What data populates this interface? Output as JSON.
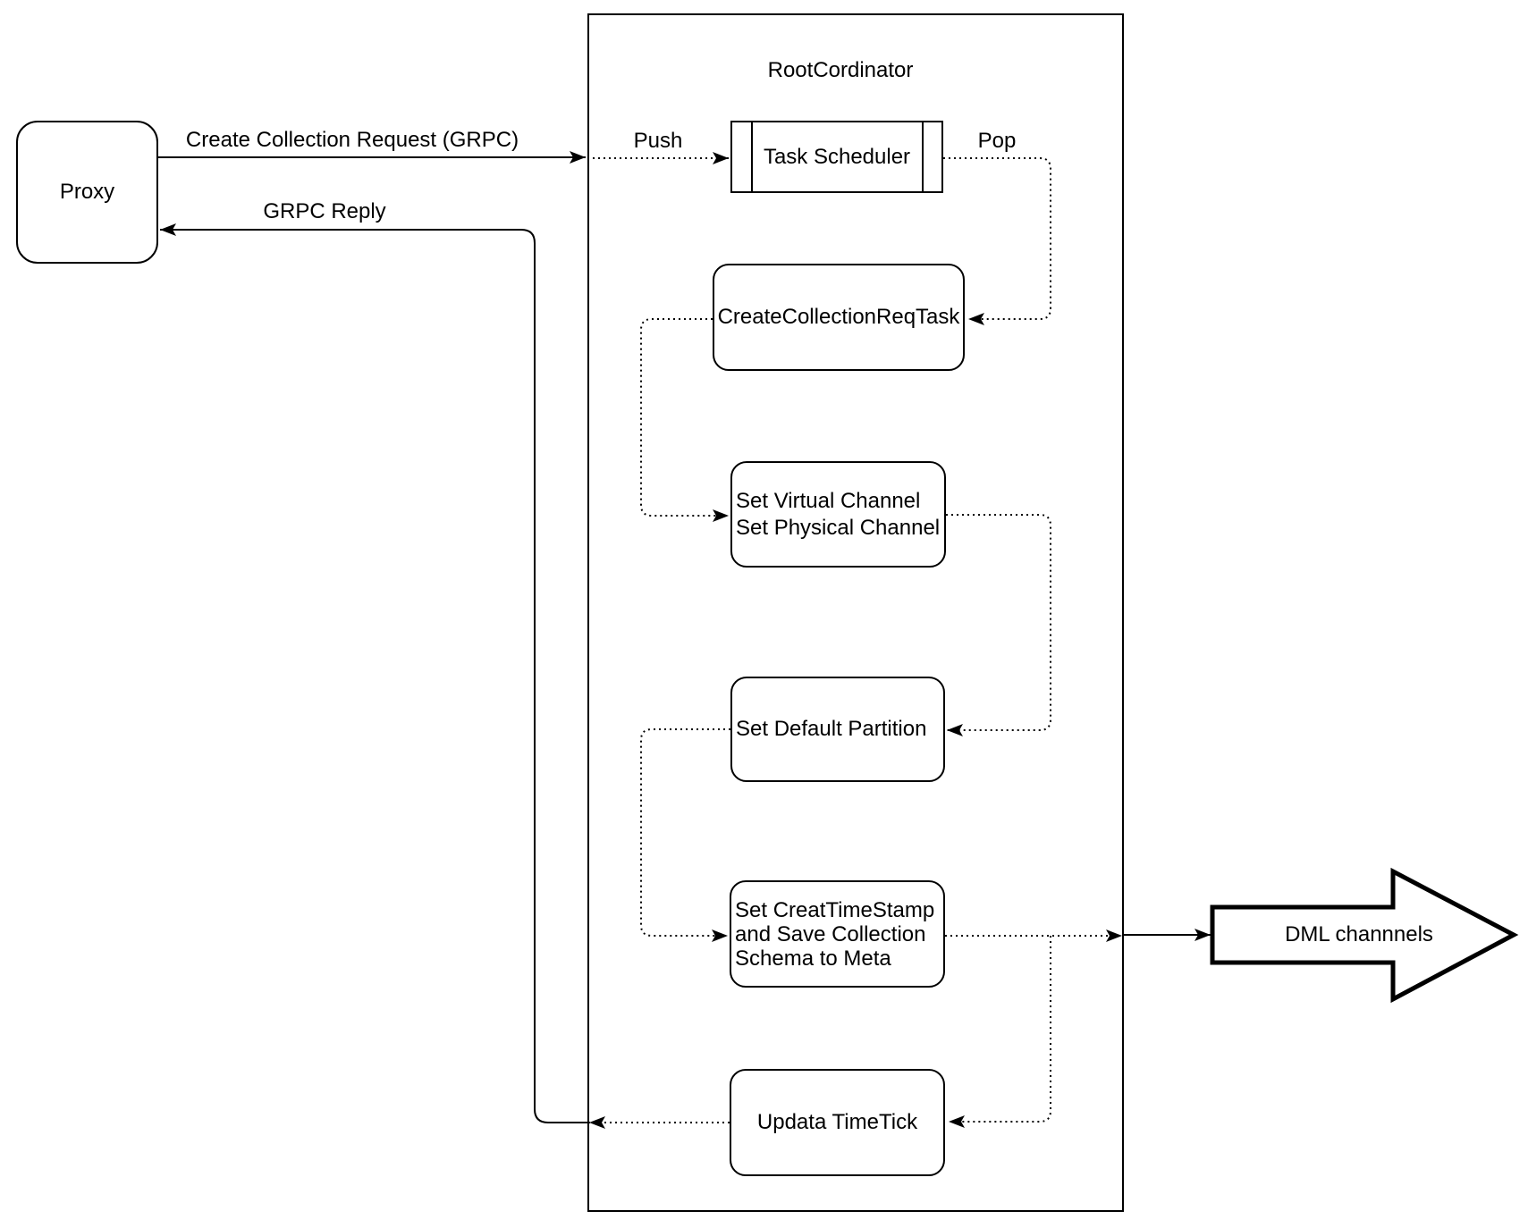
{
  "proxy": {
    "label": "Proxy"
  },
  "edges": {
    "create_collection_request": "Create Collection Request (GRPC)",
    "grpc_reply": "GRPC Reply",
    "push": "Push",
    "pop": "Pop"
  },
  "root_coordinator": {
    "title": "RootCordinator",
    "task_scheduler": "Task Scheduler",
    "create_collection_req_task": "CreateCollectionReqTask",
    "set_channels_line1": "Set Virtual Channel",
    "set_channels_line2": "Set Physical Channel",
    "set_default_partition": "Set Default Partition",
    "set_timestamp_line1": "Set CreatTimeStamp",
    "set_timestamp_line2": "and Save Collection",
    "set_timestamp_line3": "Schema to Meta",
    "update_timetick": "Updata TimeTick"
  },
  "dml": {
    "label": "DML channnels"
  },
  "colors": {
    "stroke": "#000000",
    "fill": "#ffffff",
    "background": "#ffffff"
  }
}
